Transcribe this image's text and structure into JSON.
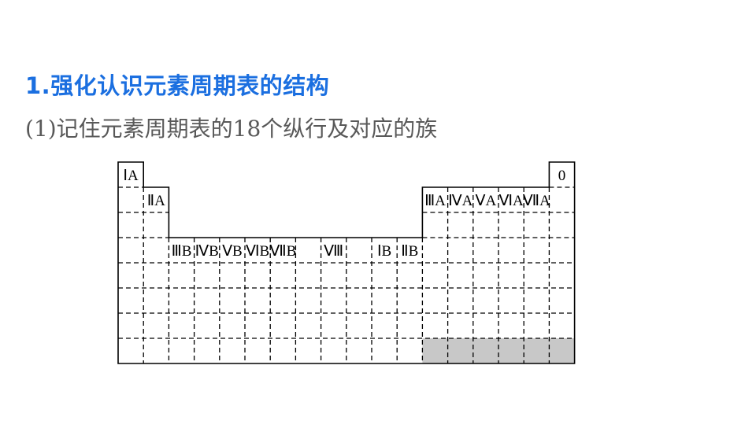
{
  "heading": "1.强化认识元素周期表的结构",
  "subheading": "(1)记住元素周期表的18个纵行及对应的族",
  "table": {
    "colors": {
      "line": "#000000",
      "shade": "#c8c8c8"
    },
    "group_labels": [
      {
        "text": "ⅠA",
        "col": 1,
        "row": 1
      },
      {
        "text": "ⅡA",
        "col": 2,
        "row": 2
      },
      {
        "text": "ⅢB",
        "col": 3,
        "row": 4
      },
      {
        "text": "ⅣB",
        "col": 4,
        "row": 4
      },
      {
        "text": "ⅤB",
        "col": 5,
        "row": 4
      },
      {
        "text": "ⅥB",
        "col": 6,
        "row": 4
      },
      {
        "text": "ⅦB",
        "col": 7,
        "row": 4
      },
      {
        "text": "Ⅷ",
        "col": 8,
        "span": 3,
        "row": 4
      },
      {
        "text": "ⅠB",
        "col": 11,
        "row": 4
      },
      {
        "text": "ⅡB",
        "col": 12,
        "row": 4
      },
      {
        "text": "ⅢA",
        "col": 13,
        "row": 2
      },
      {
        "text": "ⅣA",
        "col": 14,
        "row": 2
      },
      {
        "text": "ⅤA",
        "col": 15,
        "row": 2
      },
      {
        "text": "ⅥA",
        "col": 16,
        "row": 2
      },
      {
        "text": "ⅦA",
        "col": 17,
        "row": 2
      },
      {
        "text": "0",
        "col": 18,
        "row": 1
      }
    ]
  }
}
